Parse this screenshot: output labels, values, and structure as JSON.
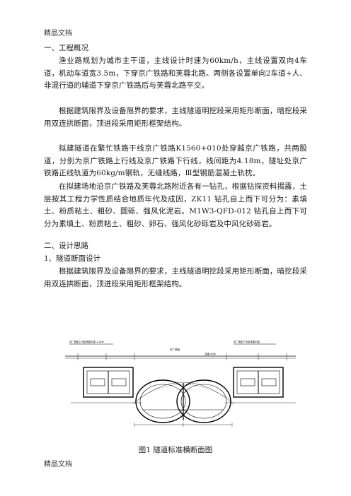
{
  "header": "精品文档",
  "footer": "精品文档",
  "section1": {
    "heading": "一、工程概况",
    "paragraphs": [
      "渔业路规划为城市主干道，主线设计时速为60km/h，主线设置双向4车道，机动车道宽3.5m，下穿京广铁路和芙蓉北路。两侧各设置单向2车道+人、非混行道的辅道下穿京广铁路后与芙蓉北路平交。",
      "根据建筑限界及设备限界的要求，主线隧道明挖段采用矩形断面，暗挖段采用双连拱断面，顶进段采用矩形框架结构。",
      "拟建隧道在繁忙铁路干线京广铁路K1560+010处穿越京广铁路，共两股道，分别为京广铁路上行线及京广铁路下行线，线间距为4.18m，隧址处京广铁路正线轨道为60kg/m钢轨，无缝线路，Ⅲ型钢筋混凝土轨枕。",
      "在拟建场地沿京广铁路及芙蓉北路附近各有一钻孔，根据钻探资料揭露，土层按其工程力学性质结合地质年代及成因，ZK11 钻孔自上而下可分为：素填土、粉质粘土、粗砂、圆砾、强风化泥岩。M1W3-QFD-012 钻孔自上而下可分为素填土、粉质粘土、粗砂、卵石、强风化砂砾岩及中风化砂砾岩。"
    ]
  },
  "section2": {
    "heading": "二、设计思路",
    "sub_heading": "1、隧道断面设计",
    "paragraph": "根据建筑限界及设备限界的要求，主线隧道明挖段采用矩形断面，暗挖段采用双连拱断面，顶进段采用矩形框架结构。"
  },
  "figure": {
    "caption": "图1 隧道标准横断面图",
    "label_left": "京广铁路上行线(铁路中线) 4.18m",
    "label_right": "京广铁路下行线(铁路中线)",
    "label_center": "京广铁路",
    "label_note": "路面 (北京)"
  }
}
